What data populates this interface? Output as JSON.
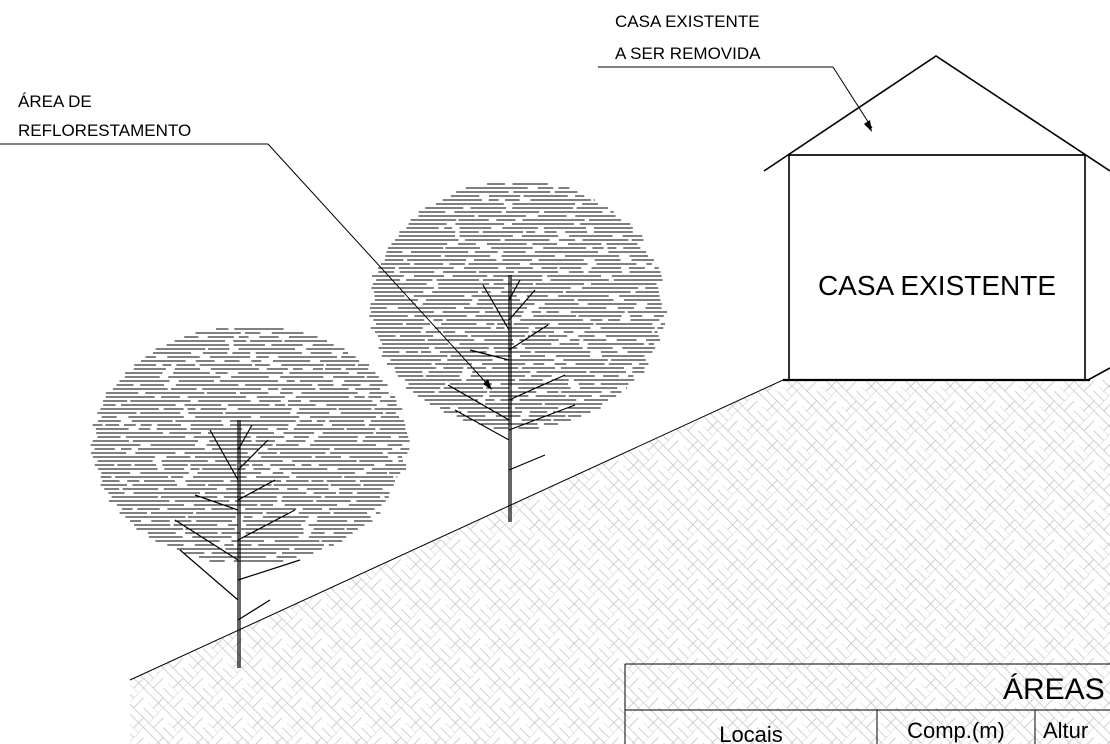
{
  "labels": {
    "house_callout_line1": "CASA EXISTENTE",
    "house_callout_line2": "A SER REMOVIDA",
    "reforest_callout_line1": "ÁREA DE",
    "reforest_callout_line2": "REFLORESTAMENTO",
    "house_label": "CASA EXISTENTE"
  },
  "table": {
    "title": "ÁREAS",
    "columns": [
      "Locais",
      "Comp.(m)",
      "Altur"
    ]
  },
  "colors": {
    "line": "#000000",
    "hatch": "#bdbdbd",
    "background": "#ffffff"
  }
}
